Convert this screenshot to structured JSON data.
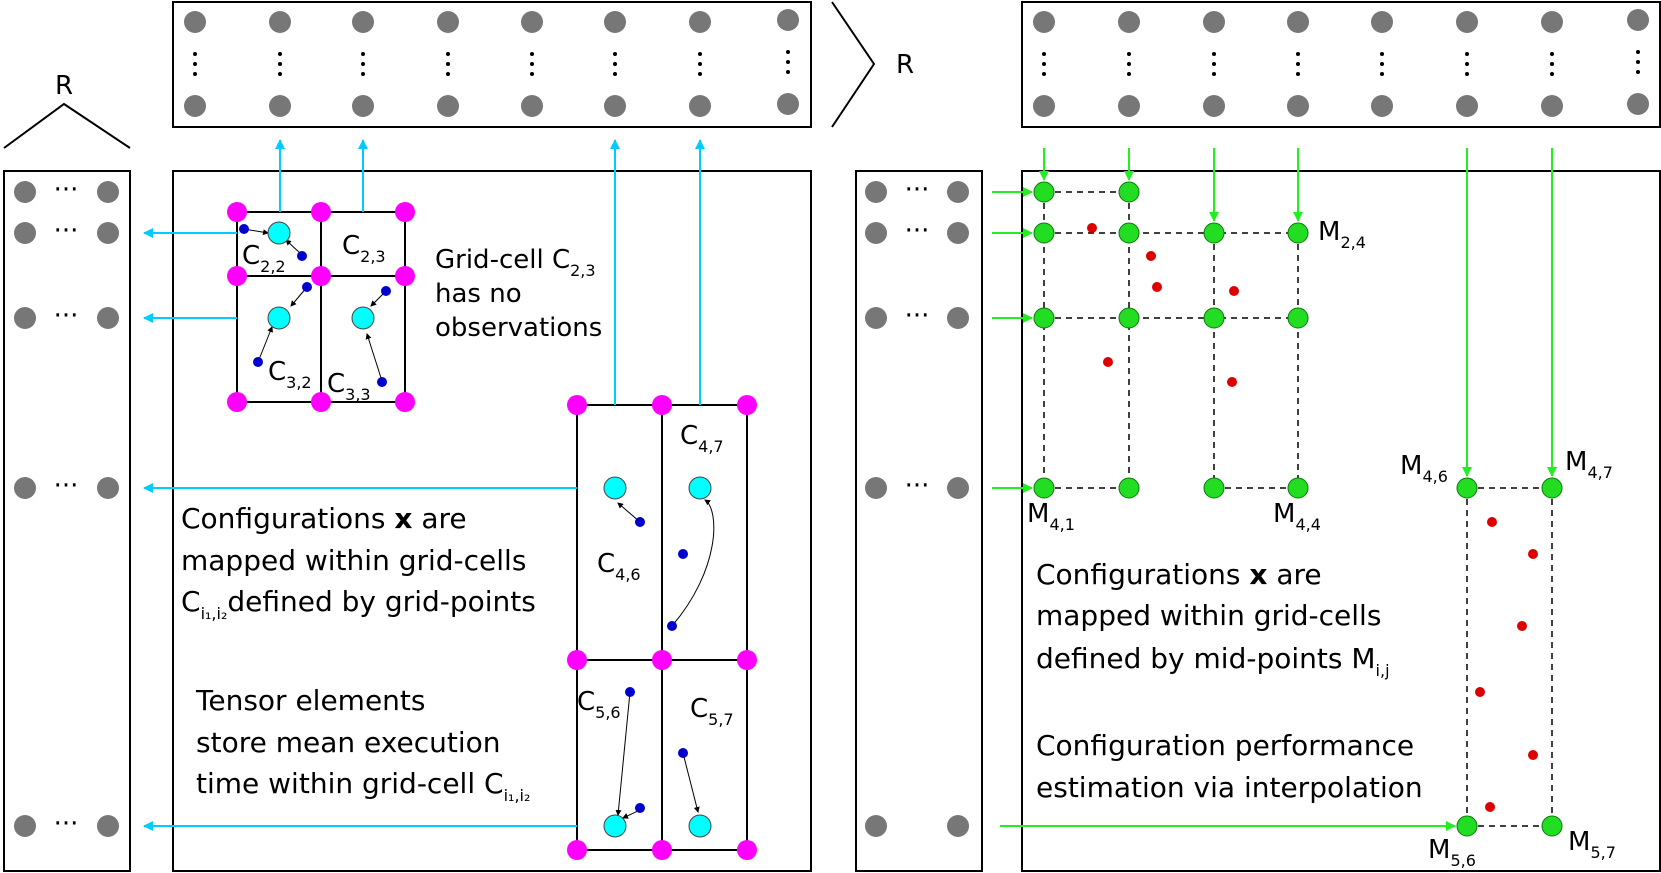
{
  "rank_label": "R",
  "ellipsis": "···",
  "left_panel": {
    "cells": [
      {
        "id": "C_2_2",
        "base": "C",
        "sub": "2,2"
      },
      {
        "id": "C_2_3",
        "base": "C",
        "sub": "2,3"
      },
      {
        "id": "C_3_2",
        "base": "C",
        "sub": "3,2"
      },
      {
        "id": "C_3_3",
        "base": "C",
        "sub": "3,3"
      },
      {
        "id": "C_4_6",
        "base": "C",
        "sub": "4,6"
      },
      {
        "id": "C_4_7",
        "base": "C",
        "sub": "4,7"
      },
      {
        "id": "C_5_6",
        "base": "C",
        "sub": "5,6"
      },
      {
        "id": "C_5_7",
        "base": "C",
        "sub": "5,7"
      }
    ],
    "note_empty": {
      "line1_prefix": "Grid-cell ",
      "line1_base": "C",
      "line1_sub": "2,3",
      "line2": "has no",
      "line3": "observations"
    },
    "text_map": {
      "line1_prefix": "Configurations ",
      "line1_bold": "x",
      "line1_suffix": " are",
      "line2": "mapped within grid-cells",
      "line3_base": "C",
      "line3_sub": "i₁,i₂",
      "line3_suffix": "defined by grid-points"
    },
    "text_store": {
      "line1": "Tensor elements",
      "line2": "store mean execution",
      "line3_prefix": "time within grid-cell ",
      "line3_base": "C",
      "line3_sub": "i₁,i₂"
    }
  },
  "right_panel": {
    "midpoints": [
      {
        "id": "M_2_4",
        "base": "M",
        "sub": "2,4"
      },
      {
        "id": "M_4_1",
        "base": "M",
        "sub": "4,1"
      },
      {
        "id": "M_4_4",
        "base": "M",
        "sub": "4,4"
      },
      {
        "id": "M_4_6",
        "base": "M",
        "sub": "4,6"
      },
      {
        "id": "M_4_7",
        "base": "M",
        "sub": "4,7"
      },
      {
        "id": "M_5_6",
        "base": "M",
        "sub": "5,6"
      },
      {
        "id": "M_5_7",
        "base": "M",
        "sub": "5,7"
      }
    ],
    "text_map": {
      "line1_prefix": "Configurations ",
      "line1_bold": "x",
      "line1_suffix": " are",
      "line2": "mapped within grid-cells",
      "line3_prefix": "defined by mid-points ",
      "line3_base": "M",
      "line3_sub": "i,j"
    },
    "text_interp": {
      "line1": "Configuration performance",
      "line2": "estimation via interpolation"
    }
  },
  "colors": {
    "grid_point": "#ff00ff",
    "mapped_point": "#00ffff",
    "observation_left": "#0000cc",
    "observation_right": "#dd0000",
    "mid_point": "#22dd22",
    "factor_dot": "#777777",
    "arrow_left": "#00ccff",
    "arrow_right": "#22ee22"
  }
}
